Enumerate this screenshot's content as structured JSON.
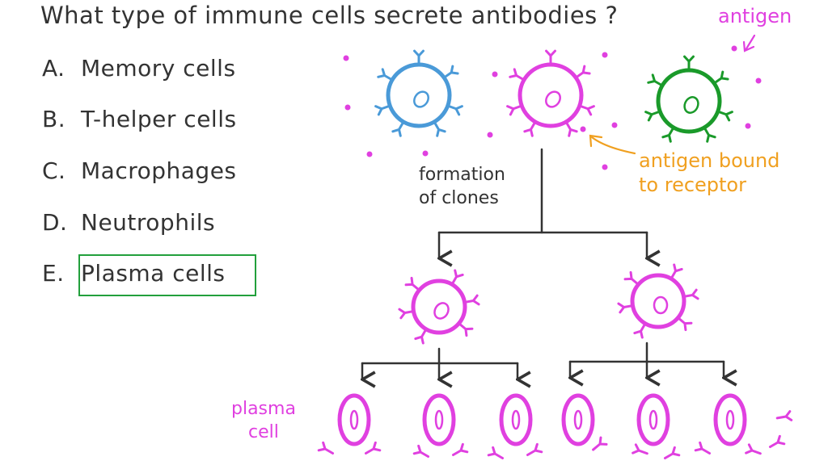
{
  "question": "What type of immune cells secrete antibodies ?",
  "options": [
    {
      "letter": "A.",
      "text": "Memory cells"
    },
    {
      "letter": "B.",
      "text": "T-helper cells"
    },
    {
      "letter": "C.",
      "text": "Macrophages"
    },
    {
      "letter": "D.",
      "text": "Neutrophils"
    },
    {
      "letter": "E.",
      "text": "Plasma cells"
    }
  ],
  "selected_option": "E",
  "diagram": {
    "antigen_label": "antigen",
    "antigen_bound_line1": "antigen bound",
    "antigen_bound_line2": "to receptor",
    "formation_line1": "formation",
    "formation_line2": "of clones",
    "plasma_line1": "plasma",
    "plasma_line2": "cell"
  },
  "colors": {
    "text": "#333333",
    "antigen": "#e040e0",
    "annotation": "#f0a020",
    "answer_box": "#22a03c",
    "cell_blue": "#4a9ad8",
    "cell_magenta": "#e040e0",
    "cell_green": "#1a9a2a"
  }
}
